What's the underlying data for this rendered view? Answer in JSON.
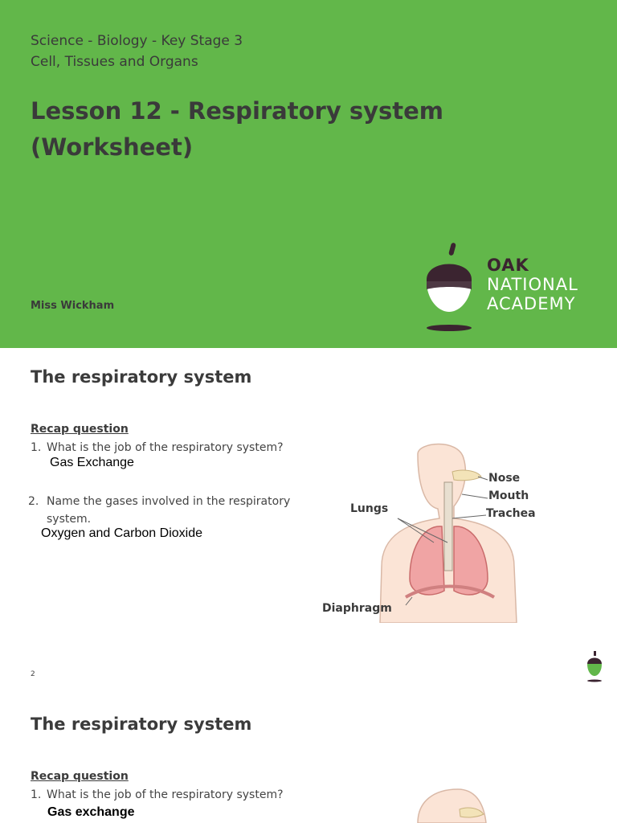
{
  "title_slide": {
    "subject_line": "Science - Biology - Key Stage 3",
    "unit_line": "Cell, Tissues and Organs",
    "title_line1": "Lesson 12 - Respiratory system",
    "title_line2": "(Worksheet)",
    "teacher": "Miss Wickham",
    "logo": {
      "word1": "OAK",
      "word2": "NATIONAL",
      "word3": "ACADEMY",
      "icon": "acorn-icon"
    }
  },
  "slide2": {
    "heading": "The respiratory system",
    "recap": "Recap question",
    "q1_num": "1.",
    "q1_text": "What is the job of the respiratory system?",
    "q1_answer": "Gas Exchange",
    "q2_num": "2.",
    "q2_text_line1": "Name the gases involved in the respiratory",
    "q2_text_line2": "system.",
    "q2_answer": "Oxygen and Carbon Dioxide",
    "labels": {
      "nose": "Nose",
      "mouth": "Mouth",
      "trachea": "Trachea",
      "lungs": "Lungs",
      "diaphragm": "Diaphragm"
    },
    "page_number": "2"
  },
  "slide3": {
    "heading": "The respiratory system",
    "recap": "Recap question",
    "q1_num": "1.",
    "q1_text": "What is the job of the respiratory system?",
    "q1_answer": "Gas exchange"
  },
  "colors": {
    "brand_green": "#62b74a",
    "dark_text": "#3b3b3b",
    "acorn_dark": "#3b2430"
  }
}
